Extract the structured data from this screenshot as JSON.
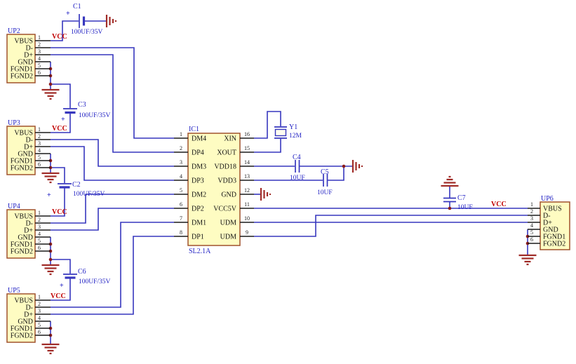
{
  "ic": {
    "ref": "IC1",
    "part": "SL2.1A",
    "left_pins": [
      {
        "num": "1",
        "name": "DM4"
      },
      {
        "num": "2",
        "name": "DP4"
      },
      {
        "num": "3",
        "name": "DM3"
      },
      {
        "num": "4",
        "name": "DP3"
      },
      {
        "num": "5",
        "name": "DM2"
      },
      {
        "num": "6",
        "name": "DP2"
      },
      {
        "num": "7",
        "name": "DM1"
      },
      {
        "num": "8",
        "name": "DP1"
      }
    ],
    "right_pins": [
      {
        "num": "16",
        "name": "XIN"
      },
      {
        "num": "15",
        "name": "XOUT"
      },
      {
        "num": "14",
        "name": "VDD18"
      },
      {
        "num": "13",
        "name": "VDD3"
      },
      {
        "num": "12",
        "name": "GND"
      },
      {
        "num": "11",
        "name": "VCC5V"
      },
      {
        "num": "10",
        "name": "UDM"
      },
      {
        "num": "9",
        "name": "UDM"
      }
    ]
  },
  "connectors": [
    {
      "ref": "UP2",
      "vcc": "VCC",
      "pins": [
        {
          "num": "1",
          "name": "VBUS"
        },
        {
          "num": "2",
          "name": "D-"
        },
        {
          "num": "3",
          "name": "D+"
        },
        {
          "num": "4",
          "name": "GND"
        },
        {
          "num": "5",
          "name": "FGND1"
        },
        {
          "num": "6",
          "name": "FGND2"
        }
      ]
    },
    {
      "ref": "UP3",
      "vcc": "VCC",
      "pins": [
        {
          "num": "1",
          "name": "VBUS"
        },
        {
          "num": "2",
          "name": "D-"
        },
        {
          "num": "3",
          "name": "D+"
        },
        {
          "num": "4",
          "name": "GND"
        },
        {
          "num": "5",
          "name": "FGND1"
        },
        {
          "num": "6",
          "name": "FGND2"
        }
      ]
    },
    {
      "ref": "UP4",
      "vcc": "VCC",
      "pins": [
        {
          "num": "1",
          "name": "VBUS"
        },
        {
          "num": "2",
          "name": "D-"
        },
        {
          "num": "3",
          "name": "D+"
        },
        {
          "num": "4",
          "name": "GND"
        },
        {
          "num": "5",
          "name": "FGND1"
        },
        {
          "num": "6",
          "name": "FGND2"
        }
      ]
    },
    {
      "ref": "UP5",
      "vcc": "VCC",
      "pins": [
        {
          "num": "1",
          "name": "VBUS"
        },
        {
          "num": "2",
          "name": "D-"
        },
        {
          "num": "3",
          "name": "D+"
        },
        {
          "num": "4",
          "name": "GND"
        },
        {
          "num": "5",
          "name": "FGND1"
        },
        {
          "num": "6",
          "name": "FGND2"
        }
      ]
    },
    {
      "ref": "UP6",
      "vcc": "VCC",
      "pins": [
        {
          "num": "1",
          "name": "VBUS"
        },
        {
          "num": "2",
          "name": "D-"
        },
        {
          "num": "3",
          "name": "D+"
        },
        {
          "num": "4",
          "name": "GND"
        },
        {
          "num": "5",
          "name": "FGND1"
        },
        {
          "num": "6",
          "name": "FGND2"
        }
      ]
    }
  ],
  "capacitors": {
    "c1": {
      "ref": "C1",
      "value": "100UF/35V",
      "polarity": "+"
    },
    "c3": {
      "ref": "C3",
      "value": "100UF/35V",
      "polarity": "+"
    },
    "c2": {
      "ref": "C2",
      "value": "100UF/35V",
      "polarity": "+"
    },
    "c6": {
      "ref": "C6",
      "value": "100UF/35V",
      "polarity": "+"
    },
    "c4": {
      "ref": "C4",
      "value": "10UF"
    },
    "c5": {
      "ref": "C5",
      "value": "10UF"
    },
    "c7": {
      "ref": "C7",
      "value": "10UF"
    }
  },
  "crystal": {
    "ref": "Y1",
    "value": "12M"
  }
}
